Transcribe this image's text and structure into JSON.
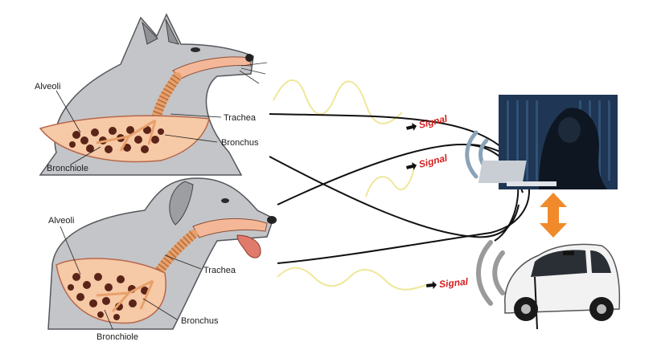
{
  "wolf": {
    "labels": {
      "alveoli": "Alveoli",
      "trachea": "Trachea",
      "bronchus": "Bronchus",
      "bronchiole": "Bronchiole"
    }
  },
  "dog": {
    "labels": {
      "alveoli": "Alveoli",
      "trachea": "Trachea",
      "bronchus": "Bronchus",
      "bronchiole": "Bronchiole"
    }
  },
  "signals": [
    {
      "label": "Signal"
    },
    {
      "label": "Signal"
    },
    {
      "label": "Signal"
    }
  ],
  "colors": {
    "lung_fill": "#f6c9a7",
    "alveoli": "#5b2418",
    "trachea": "#e8a06a",
    "signal_wave": "#efe79a",
    "signal_text": "#d61e1e",
    "arrow": "#f08a2a",
    "wifi": "#9a9a9a",
    "hacker_bg": "#1f3654",
    "car_body": "#f2f2f2"
  },
  "icons": [
    "wifi-icon",
    "double-arrow-icon",
    "hacker-figure",
    "car-figure"
  ]
}
